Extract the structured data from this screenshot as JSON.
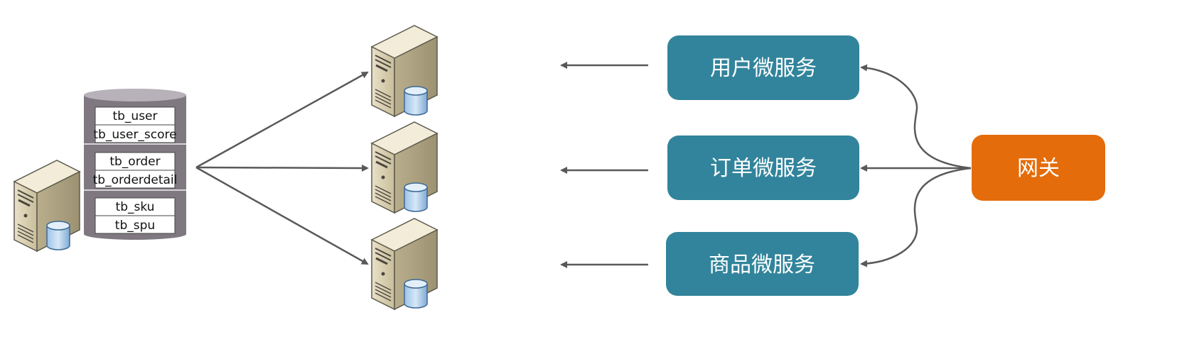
{
  "database": {
    "groups": [
      {
        "tables": [
          "tb_user",
          "tb_user_score"
        ]
      },
      {
        "tables": [
          "tb_order",
          "tb_orderdetail"
        ]
      },
      {
        "tables": [
          "tb_sku",
          "tb_spu"
        ]
      }
    ]
  },
  "services": [
    {
      "label": "用户微服务"
    },
    {
      "label": "订单微服务"
    },
    {
      "label": "商品微服务"
    }
  ],
  "gateway": {
    "label": "网关"
  },
  "colors": {
    "service_fill": "#31849B",
    "gateway_fill": "#E46C0A",
    "arrow": "#595959",
    "db_cylinder": "#7F7880",
    "db_cylinder_top": "#B7B1B9",
    "server_body": "#D9D0B4"
  }
}
